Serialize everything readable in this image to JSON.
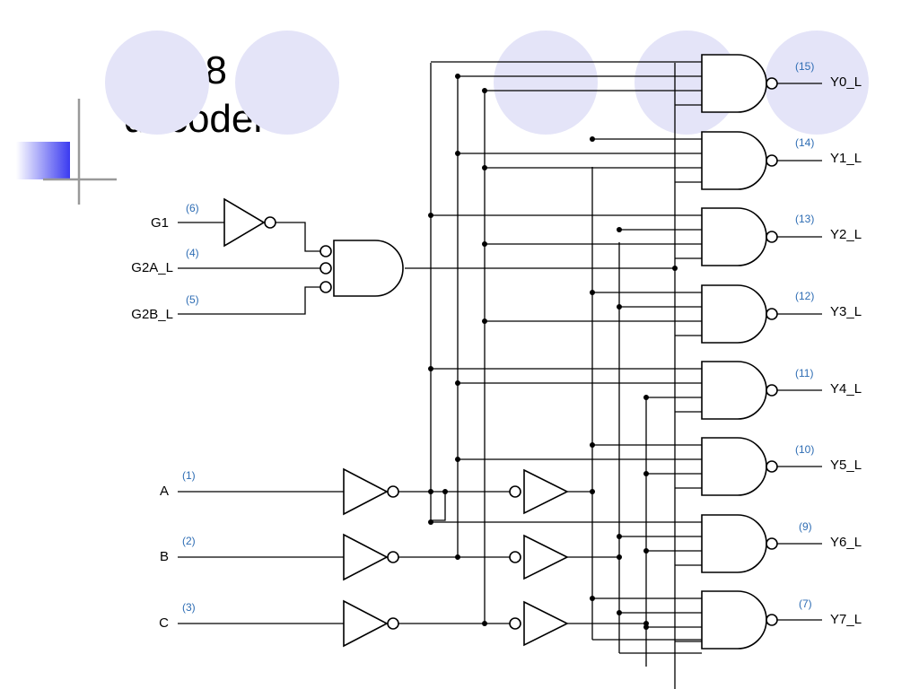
{
  "slide": {
    "title_lines": [
      "3-to-8",
      "decoder"
    ]
  },
  "colors": {
    "background": "#ffffff",
    "wire": "#000000",
    "pin_number": "#2e6db4",
    "deco_circle": "#e4e4f8",
    "deco_square": "#3a3af0"
  },
  "inputs": [
    {
      "label": "G1",
      "pin": "(6)"
    },
    {
      "label": "G2A_L",
      "pin": "(4)"
    },
    {
      "label": "G2B_L",
      "pin": "(5)"
    },
    {
      "label": "A",
      "pin": "(1)"
    },
    {
      "label": "B",
      "pin": "(2)"
    },
    {
      "label": "C",
      "pin": "(3)"
    }
  ],
  "outputs": [
    {
      "label": "Y0_L",
      "pin": "(15)"
    },
    {
      "label": "Y1_L",
      "pin": "(14)"
    },
    {
      "label": "Y2_L",
      "pin": "(13)"
    },
    {
      "label": "Y3_L",
      "pin": "(12)"
    },
    {
      "label": "Y4_L",
      "pin": "(11)"
    },
    {
      "label": "Y5_L",
      "pin": "(10)"
    },
    {
      "label": "Y6_L",
      "pin": "(9)"
    },
    {
      "label": "Y7_L",
      "pin": "(7)"
    }
  ]
}
